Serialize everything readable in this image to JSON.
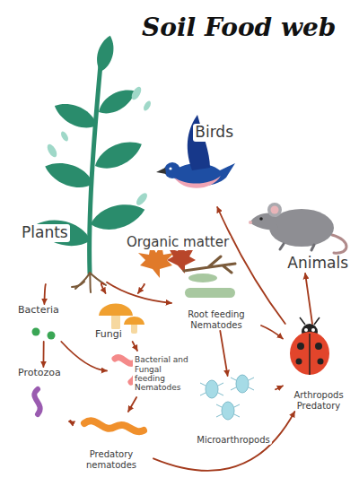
{
  "diagram": {
    "title": "Soil Food web",
    "nodes": [
      {
        "text": [
          "Plants"
        ]
      },
      {
        "text": [
          "Birds"
        ]
      },
      {
        "text": [
          "Animals"
        ]
      },
      {
        "text": [
          "Organic matter"
        ]
      },
      {
        "text": [
          "Bacteria"
        ]
      },
      {
        "text": [
          "Fungi"
        ]
      },
      {
        "text": [
          "Root feeding Nematodes"
        ]
      },
      {
        "text": [
          "Bacterial and Fungal feeding Nematodes"
        ]
      },
      {
        "text": [
          "Protozoa"
        ]
      },
      {
        "text": [
          "Microarthropods"
        ]
      },
      {
        "text": [
          "Arthropods Predatory"
        ]
      },
      {
        "text": [
          "Predatory nematodes"
        ]
      }
    ],
    "edges": [
      {
        "from": 0,
        "to": 4,
        "arrow": "to"
      },
      {
        "from": 0,
        "to": 5,
        "arrow": "to"
      },
      {
        "from": 0,
        "to": 6,
        "arrow": "to"
      },
      {
        "from": 3,
        "to": 5,
        "arrow": "to"
      },
      {
        "from": 4,
        "to": 8,
        "arrow": "to"
      },
      {
        "from": 4,
        "to": 7,
        "arrow": "to"
      },
      {
        "from": 5,
        "to": 7,
        "arrow": "to"
      },
      {
        "from": 6,
        "to": 9,
        "arrow": "to"
      },
      {
        "from": 6,
        "to": 10,
        "arrow": "to"
      },
      {
        "from": 7,
        "to": 11,
        "arrow": "to"
      },
      {
        "from": 8,
        "to": 11,
        "arrow": "to"
      },
      {
        "from": 9,
        "to": 10,
        "arrow": "to"
      },
      {
        "from": 11,
        "to": 10,
        "arrow": "to"
      },
      {
        "from": 10,
        "to": 1,
        "arrow": "to"
      },
      {
        "from": 10,
        "to": 2,
        "arrow": "to"
      }
    ]
  }
}
